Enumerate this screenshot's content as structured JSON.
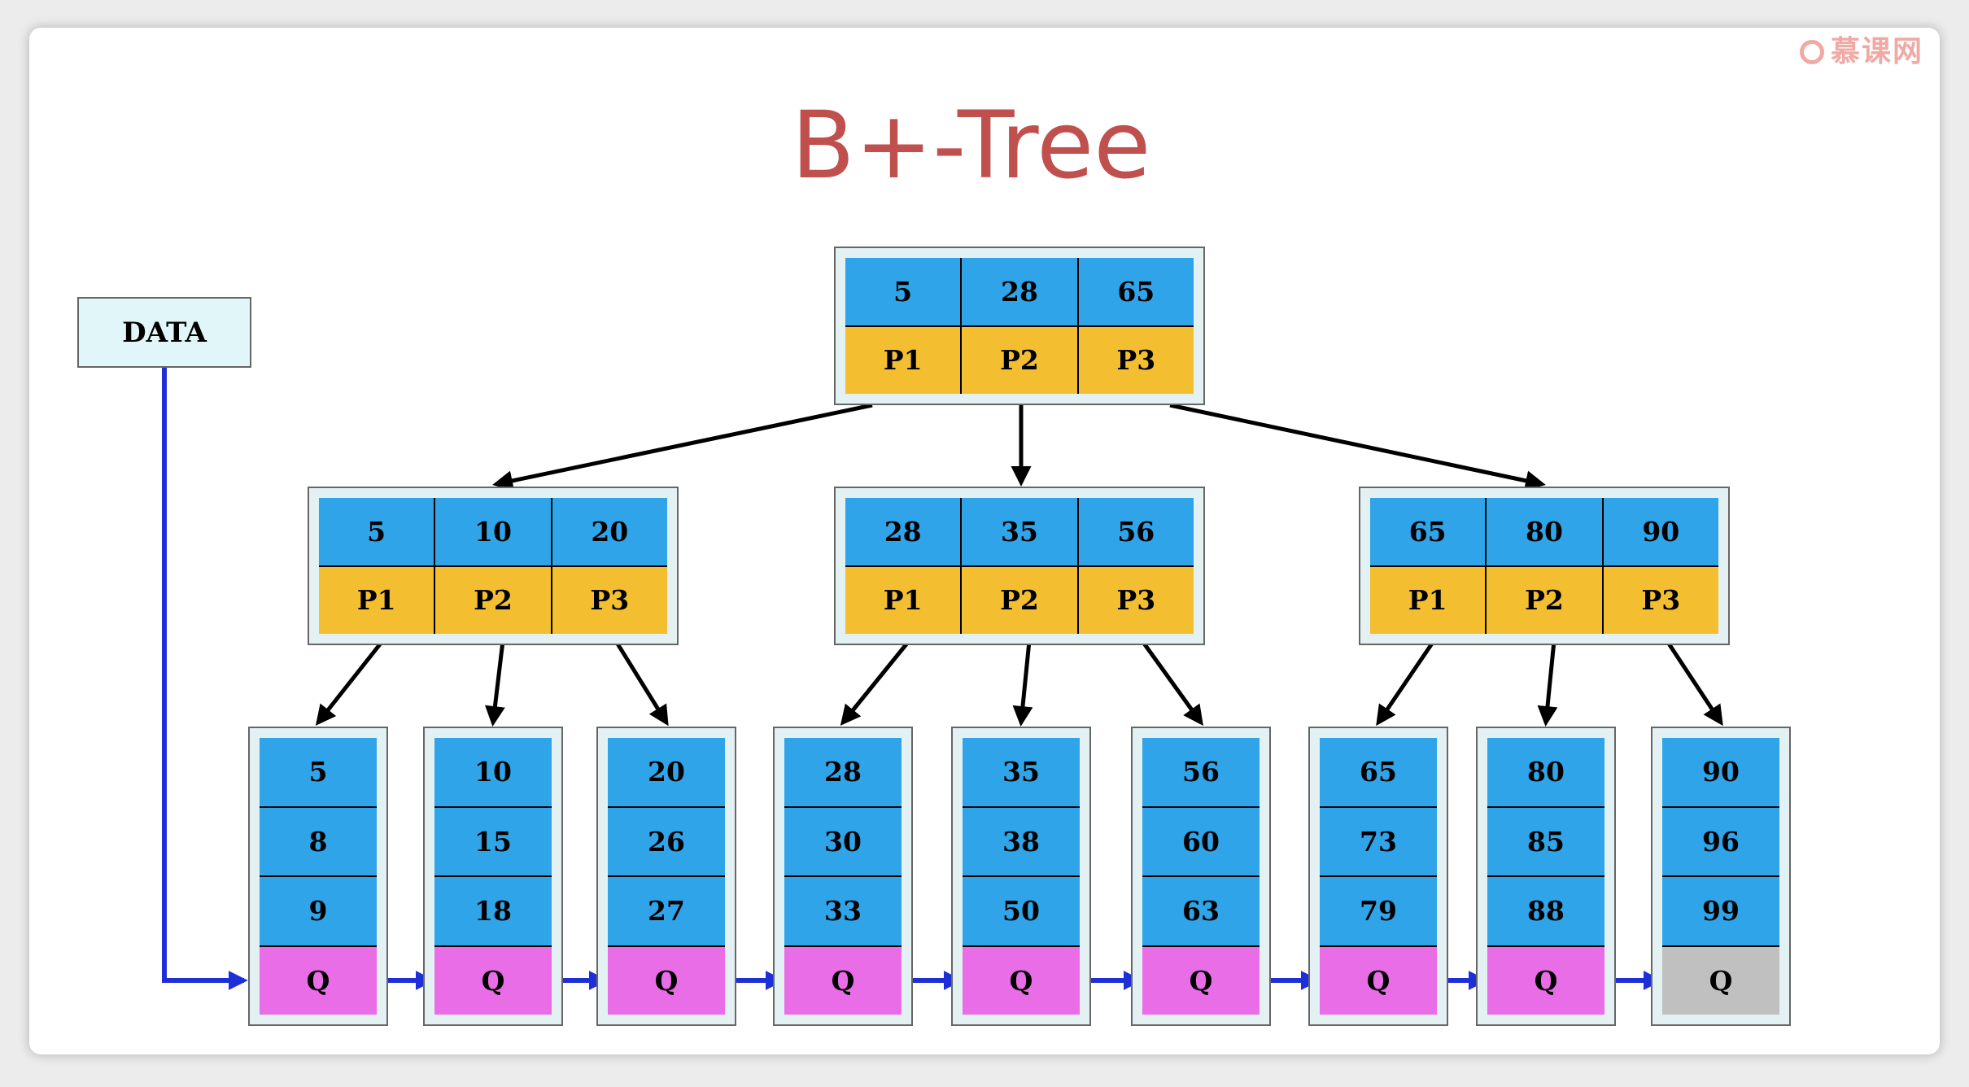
{
  "title": "B+-Tree",
  "watermark": "慕课网",
  "data_label": "DATA",
  "colors": {
    "key": "#30a4e8",
    "pointer": "#f3be2f",
    "leaf_pointer": "#e96de6",
    "leaf_pointer_last": "#c0c0c0",
    "link": "#1f2fd8",
    "title": "#c0504d"
  },
  "root": {
    "keys": [
      "5",
      "28",
      "65"
    ],
    "pointers": [
      "P1",
      "P2",
      "P3"
    ]
  },
  "internal": [
    {
      "keys": [
        "5",
        "10",
        "20"
      ],
      "pointers": [
        "P1",
        "P2",
        "P3"
      ]
    },
    {
      "keys": [
        "28",
        "35",
        "56"
      ],
      "pointers": [
        "P1",
        "P2",
        "P3"
      ]
    },
    {
      "keys": [
        "65",
        "80",
        "90"
      ],
      "pointers": [
        "P1",
        "P2",
        "P3"
      ]
    }
  ],
  "leaves": [
    {
      "keys": [
        "5",
        "8",
        "9"
      ],
      "q": "Q"
    },
    {
      "keys": [
        "10",
        "15",
        "18"
      ],
      "q": "Q"
    },
    {
      "keys": [
        "20",
        "26",
        "27"
      ],
      "q": "Q"
    },
    {
      "keys": [
        "28",
        "30",
        "33"
      ],
      "q": "Q"
    },
    {
      "keys": [
        "35",
        "38",
        "50"
      ],
      "q": "Q"
    },
    {
      "keys": [
        "56",
        "60",
        "63"
      ],
      "q": "Q"
    },
    {
      "keys": [
        "65",
        "73",
        "79"
      ],
      "q": "Q"
    },
    {
      "keys": [
        "80",
        "85",
        "88"
      ],
      "q": "Q"
    },
    {
      "keys": [
        "90",
        "96",
        "99"
      ],
      "q": "Q"
    }
  ]
}
